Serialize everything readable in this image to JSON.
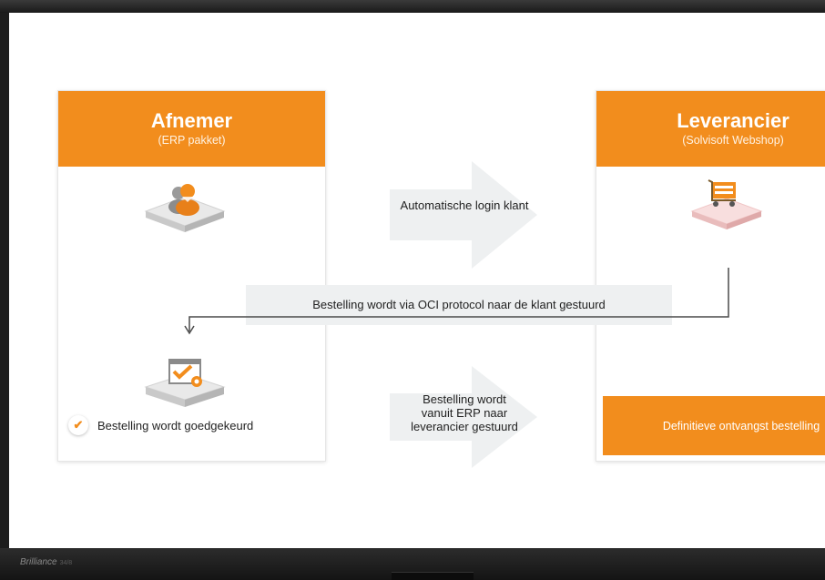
{
  "monitor": {
    "brand": "Brilliance",
    "model": "34/8"
  },
  "customer": {
    "title": "Afnemer",
    "subtitle": "(ERP pakket)"
  },
  "supplier": {
    "title": "Leverancier",
    "subtitle": "(Solvisoft Webshop)"
  },
  "flow": {
    "auto_login": "Automatische login klant",
    "oci_return": "Bestelling wordt via OCI protocol naar de klant gestuurd",
    "order_sent_line1": "Bestelling wordt",
    "order_sent_line2": "vanuit ERP naar",
    "order_sent_line3": "leverancier gestuurd",
    "approved": "Bestelling wordt goedgekeurd",
    "final_receipt": "Definitieve ontvangst bestelling"
  },
  "icons": {
    "customer_icon": "user-icon",
    "cart_icon": "shopping-cart-icon",
    "approval_icon": "approval-icon",
    "check_icon": "check-icon"
  },
  "colors": {
    "accent": "#f28d1d",
    "arrow": "#eef0f1",
    "text": "#222222"
  }
}
